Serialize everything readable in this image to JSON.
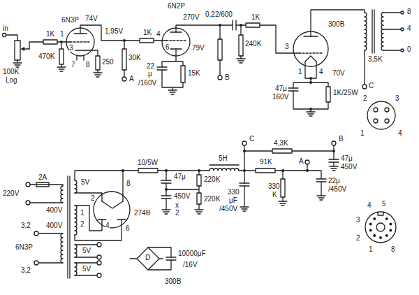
{
  "diagram": {
    "labels": [
      "6N3P",
      "74V",
      "6N2P",
      "270V",
      "0,22/600",
      "1K",
      "300B",
      "8",
      "in",
      "1K",
      "1",
      "1,95V",
      "1K",
      "4",
      "4",
      "3",
      "6",
      "79V",
      "240K",
      "3",
      "0",
      "470K",
      "250",
      "30K",
      "3,5K",
      "7",
      "8",
      "22",
      "μ",
      "/160V",
      "15K",
      "1",
      "4",
      "70V",
      "100K",
      "Log",
      "A",
      "B",
      "C",
      "47μ",
      "160V",
      "1K/25W",
      "2",
      "3",
      "1",
      "4",
      "C",
      "4,3K",
      "B",
      "47μ",
      "450V",
      "10/5W",
      "5H",
      "91K",
      "A",
      "2A",
      "5V",
      "2",
      "8",
      "47μ",
      "450V",
      "x",
      "2",
      "220K",
      "220K",
      "330",
      "μF",
      "/450V",
      "330",
      "K",
      "22μ",
      "/450V",
      "220V",
      "400V",
      "1",
      "2",
      "400V",
      "4",
      "6",
      "274B",
      "3,2",
      "6N3P",
      "3,2",
      "5V",
      "5V",
      "D",
      "10000μF",
      "/16V",
      "300B",
      "4",
      "5",
      "3",
      "2",
      "1",
      "8"
    ]
  }
}
